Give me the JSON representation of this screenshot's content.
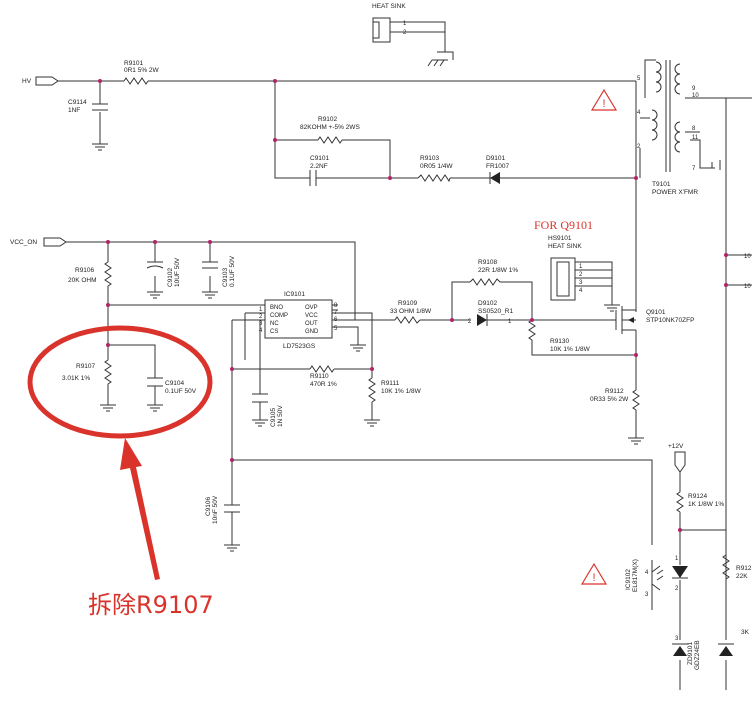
{
  "labels": {
    "heat_sink_top": "HEAT SINK",
    "hv": "HV",
    "r9101_ref": "R9101",
    "r9101_val": "0R1 5% 2W",
    "c9114_ref": "C9114",
    "c9114_val": "1NF",
    "r9102_ref": "R9102",
    "r9102_val": "82KOHM +-5% 2WS",
    "c9101_ref": "C9101",
    "c9101_val": "2.2NF",
    "r9103_ref": "R9103",
    "r9103_val": "0R05 1/4W",
    "d9101_ref": "D9101",
    "d9101_val": "FR1007",
    "t9101_ref": "T9101",
    "t9101_val": "POWER X'FMR",
    "for_q9101": "FOR Q9101",
    "hs9101_ref": "HS9101",
    "hs9101_val": "HEAT SINK",
    "vcc_on": "VCC_ON",
    "r9106_ref": "R9106",
    "r9106_val": "20K OHM",
    "c9102_ref": "C9102",
    "c9102_val": "10UF 50V",
    "c9103_ref": "C9103",
    "c9103_val": "0.1UF 50V",
    "ic9101_ref": "IC9101",
    "ic9101_val": "LD7523GS",
    "pin_bno": "BNO",
    "pin_comp": "COMP",
    "pin_nc": "NC",
    "pin_cs": "CS",
    "pin_ovp": "OVP",
    "pin_vcc": "VCC",
    "pin_out": "OUT",
    "pin_gnd": "GND",
    "r9108_ref": "R9108",
    "r9108_val": "22R 1/8W 1%",
    "r9109_ref": "R9109",
    "r9109_val": "33 OHM 1/8W",
    "d9102_ref": "D9102",
    "d9102_val": "SS0520_R1",
    "q9101_ref": "Q9101",
    "q9101_val": "STP10NK70ZFP",
    "r9130_ref": "R9130",
    "r9130_val": "10K 1% 1/8W",
    "r9107_ref": "R9107",
    "r9107_val": "3.01K 1%",
    "c9104_ref": "C9104",
    "c9104_val": "0.1UF 50V",
    "c9105_ref": "C9105",
    "c9105_val": "1N 50V",
    "r9110_ref": "R9110",
    "r9110_val": "470R 1%",
    "r9111_ref": "R9111",
    "r9111_val": "10K 1% 1/8W",
    "r9112_ref": "R9112",
    "r9112_val": "0R33 5% 2W",
    "c9106_ref": "C9106",
    "c9106_val": "10nF 50V",
    "plus12v": "+12V",
    "r9124_ref": "R9124",
    "r9124_val": "1K 1/8W 1%",
    "ic9102_ref": "IC9102",
    "ic9102_val": "EL817M(X)",
    "r912x_ref": "R912",
    "r912x_val": "22K",
    "zd9101_ref": "ZD9101",
    "zd9101_val": "GDZ24EB",
    "k3": "3K",
    "annotation": "拆除R9107",
    "tick_10": "10",
    "p1": "1",
    "p2": "2",
    "p3": "3",
    "p4": "4",
    "p5": "5",
    "p6": "6",
    "p7": "7",
    "p8": "8",
    "p9": "9",
    "p11": "11"
  },
  "colors": {
    "wire": "#333333",
    "junction": "#b2226b",
    "annotation": "#d9332b"
  }
}
